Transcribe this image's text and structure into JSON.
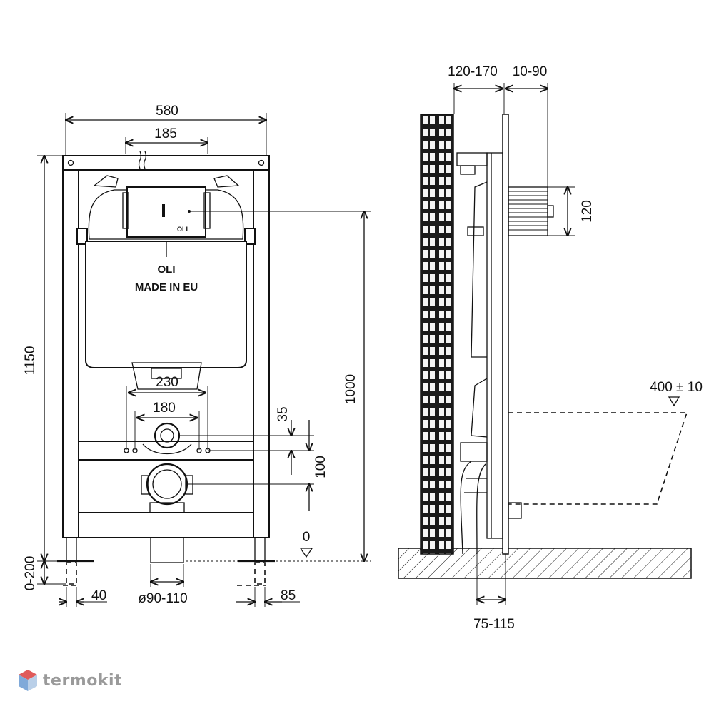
{
  "front_view": {
    "labels": {
      "brand": "OLI",
      "made_in": "MADE IN EU",
      "plate_brand": "OLI"
    },
    "dimensions": {
      "width_overall": "580",
      "width_inner": "185",
      "height_overall": "1150",
      "height_connection": "1000",
      "bolt_spacing_outer": "230",
      "bolt_spacing_inner": "180",
      "offset_small": "35",
      "offset_pipe": "100",
      "zero_level": "0",
      "leg_adjust": "0-200",
      "foot_left": "40",
      "drain_diameter": "ø90-110",
      "foot_right": "85"
    }
  },
  "side_view": {
    "dimensions": {
      "wall_gap": "120-170",
      "panel_gap": "10-90",
      "inlet_height": "120",
      "bowl_height": "400 ± 10",
      "floor_offset": "75-115"
    }
  },
  "watermark": {
    "text": "termokit",
    "icon": "hexagon-logo-icon",
    "colors": {
      "top": "#e05a5a",
      "left": "#7fa9d9",
      "right": "#b9cfe8"
    }
  }
}
